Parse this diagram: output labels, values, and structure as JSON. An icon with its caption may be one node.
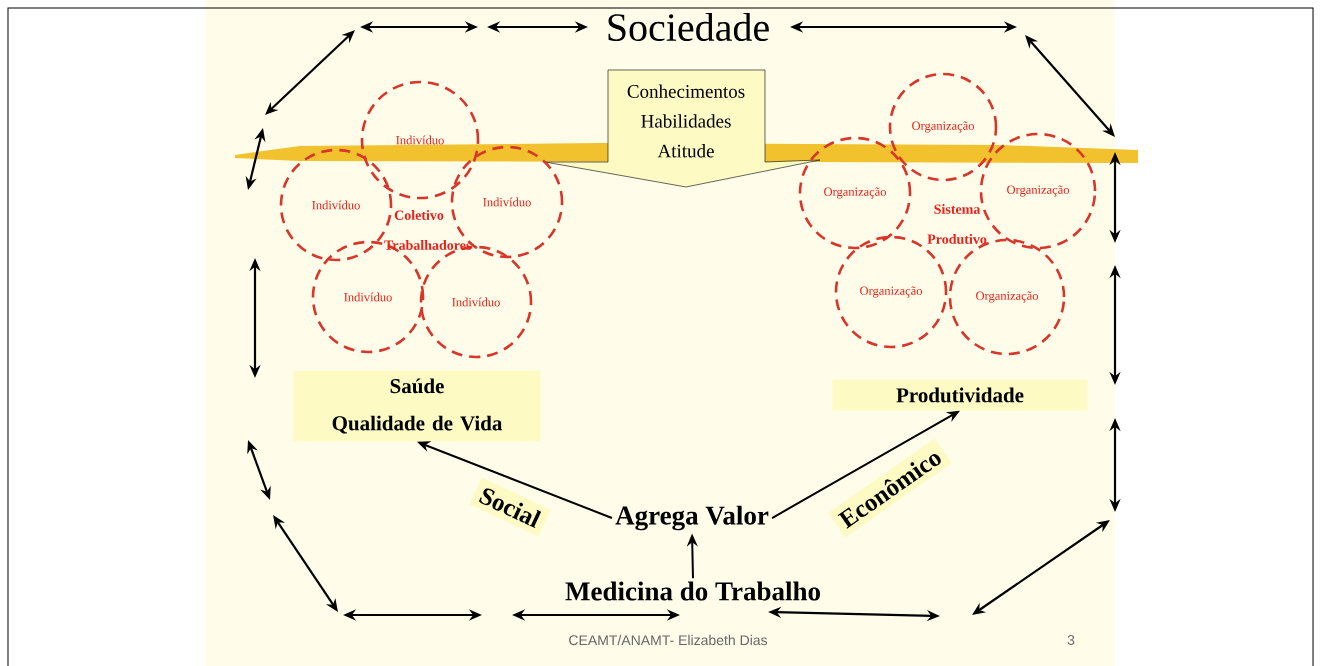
{
  "diagram": {
    "nodes": [
      {
        "text": [
          "Sociedade"
        ]
      },
      {
        "text": [
          "Conhecimentos",
          "Habilidades",
          "Atitude"
        ]
      },
      {
        "text": [
          "Indivíduo"
        ]
      },
      {
        "text": [
          "Indivíduo"
        ]
      },
      {
        "text": [
          "Indivíduo"
        ]
      },
      {
        "text": [
          "Indivíduo"
        ]
      },
      {
        "text": [
          "Indivíduo"
        ]
      },
      {
        "text": [
          "Organização"
        ]
      },
      {
        "text": [
          "Organização"
        ]
      },
      {
        "text": [
          "Organização"
        ]
      },
      {
        "text": [
          "Organização"
        ]
      },
      {
        "text": [
          "Organização"
        ]
      },
      {
        "text": [
          "Saúde",
          "Qualidade de Vida"
        ]
      },
      {
        "text": [
          "Produtividade"
        ]
      },
      {
        "text": [
          "Agrega Valor"
        ]
      },
      {
        "text": [
          "Medicina do Trabalho"
        ]
      }
    ],
    "edges": [
      {
        "from": 14,
        "to": 12,
        "arrow": "to",
        "label": "Social"
      },
      {
        "from": 14,
        "to": 13,
        "arrow": "to",
        "label": "Econômico"
      },
      {
        "from": 15,
        "to": 14,
        "arrow": "to"
      }
    ],
    "labels": [
      "Coletivo Trabalhadores",
      "Sistema Produtivo",
      "CEAMT/ANAMT- Elizabeth Dias",
      "3"
    ]
  }
}
